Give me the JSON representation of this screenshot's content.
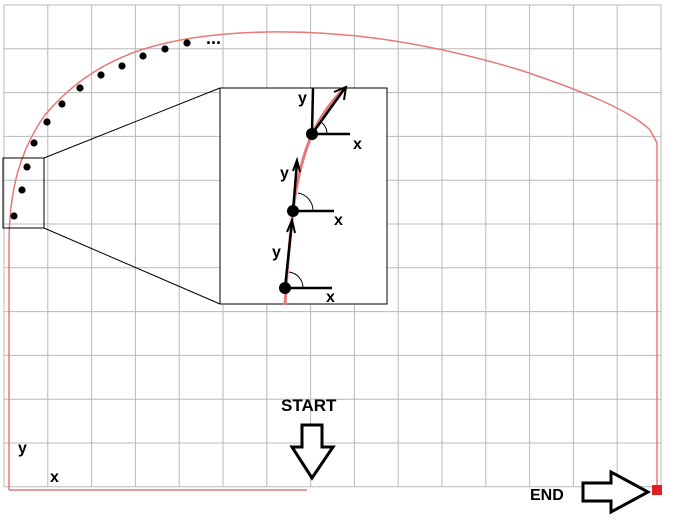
{
  "labels": {
    "start": "START",
    "end": "END",
    "y_axis": "y",
    "x_axis": "x",
    "ellipsis": "...",
    "frame_labels": [
      {
        "y": "y",
        "x": "x"
      },
      {
        "y": "y",
        "x": "x"
      },
      {
        "y": "y",
        "x": "x"
      }
    ]
  },
  "colors": {
    "path": "#e87878",
    "grid": "#b8b8b8",
    "end_marker": "#e02020",
    "ink": "#000000"
  },
  "icons": {
    "start": "down-arrow-icon",
    "end": "right-arrow-icon"
  }
}
